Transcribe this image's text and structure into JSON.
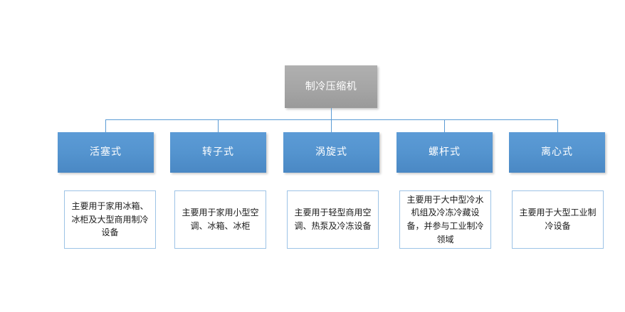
{
  "diagram": {
    "title_node": {
      "label": "制冷压缩机",
      "fill": "#a5a5a5",
      "text_color": "#ffffff"
    },
    "connector_color": "#5b9bd5",
    "category_fill": "#5b9bd5",
    "description_border": "#9dc3e6",
    "categories": [
      {
        "label": "活塞式",
        "description": "主要用于家用冰箱、冰柜及大型商用制冷设备"
      },
      {
        "label": "转子式",
        "description": "主要用于家用小型空调、冰箱、冰柜"
      },
      {
        "label": "涡旋式",
        "description": "主要用于轻型商用空调、热泵及冷冻设备"
      },
      {
        "label": "螺杆式",
        "description": "主要用于大中型冷水机组及冷冻冷藏设备，并参与工业制冷领域"
      },
      {
        "label": "离心式",
        "description": "主要用于大型工业制冷设备"
      }
    ]
  }
}
